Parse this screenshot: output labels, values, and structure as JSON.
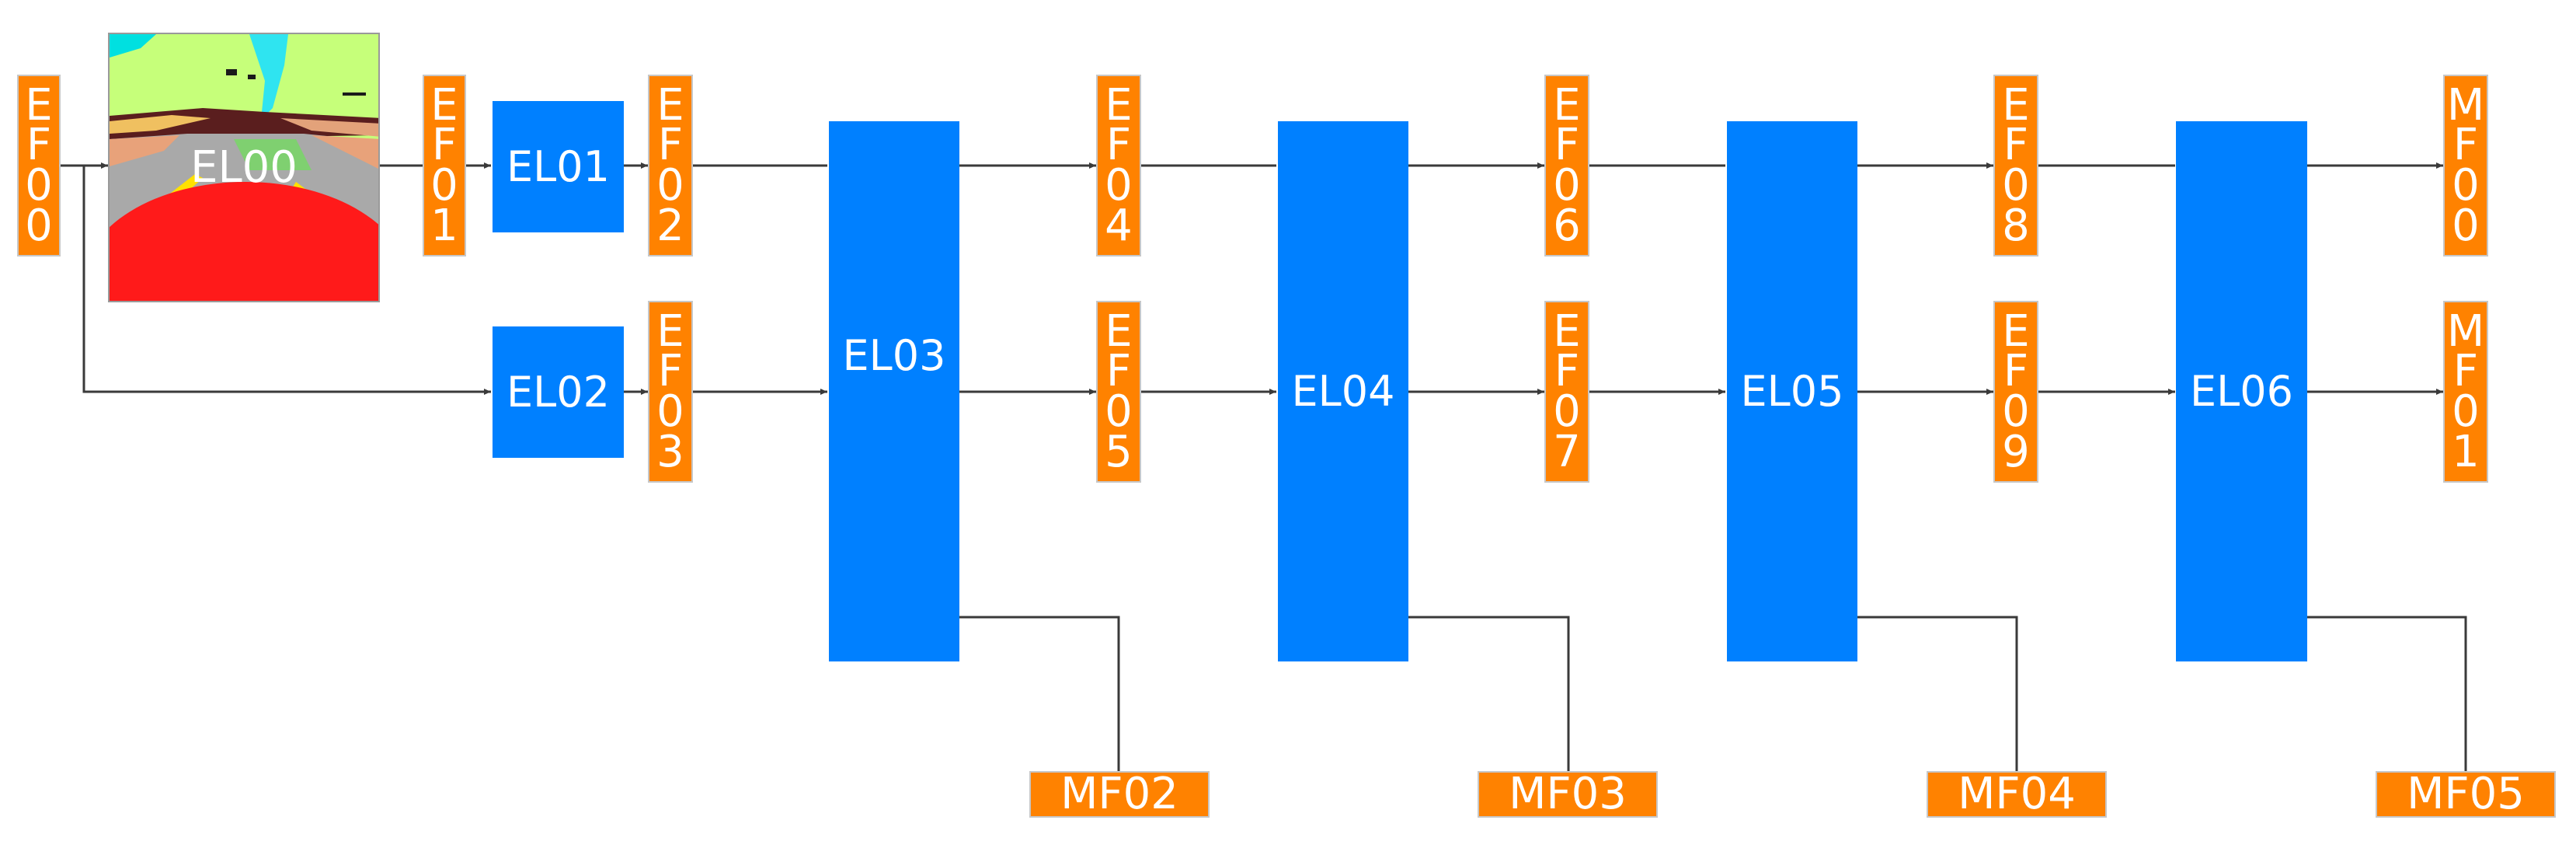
{
  "nodes": {
    "EF00": "EF00",
    "EF01": "EF01",
    "EF02": "EF02",
    "EF03": "EF03",
    "EF04": "EF04",
    "EF05": "EF05",
    "EF06": "EF06",
    "EF07": "EF07",
    "EF08": "EF08",
    "EF09": "EF09",
    "MF00": "MF00",
    "MF01": "MF01",
    "MF02": "MF02",
    "MF03": "MF03",
    "MF04": "MF04",
    "MF05": "MF05",
    "EL00": "EL00",
    "EL01": "EL01",
    "EL02": "EL02",
    "EL03": "EL03",
    "EL04": "EL04",
    "EL05": "EL05",
    "EL06": "EL06"
  },
  "colors": {
    "feature": "#ff8200",
    "layer": "#0080ff",
    "edge": "#3a3a3a",
    "text": "#ffffff"
  },
  "edges": [
    [
      "EF00",
      "EL00"
    ],
    [
      "EF00",
      "EL02"
    ],
    [
      "EL00",
      "EF01"
    ],
    [
      "EF01",
      "EL01"
    ],
    [
      "EL01",
      "EF02"
    ],
    [
      "EL02",
      "EF03"
    ],
    [
      "EF02",
      "EL03"
    ],
    [
      "EF03",
      "EL03"
    ],
    [
      "EL03",
      "EF04"
    ],
    [
      "EL03",
      "EF05"
    ],
    [
      "EL03",
      "MF02"
    ],
    [
      "EF04",
      "EL04"
    ],
    [
      "EF05",
      "EL04"
    ],
    [
      "EL04",
      "EF06"
    ],
    [
      "EL04",
      "EF07"
    ],
    [
      "EL04",
      "MF03"
    ],
    [
      "EF06",
      "EL05"
    ],
    [
      "EF07",
      "EL05"
    ],
    [
      "EL05",
      "EF08"
    ],
    [
      "EL05",
      "EF09"
    ],
    [
      "EL05",
      "MF04"
    ],
    [
      "EF08",
      "EL06"
    ],
    [
      "EF09",
      "EL06"
    ],
    [
      "EL06",
      "MF00"
    ],
    [
      "EL06",
      "MF01"
    ],
    [
      "EL06",
      "MF05"
    ]
  ]
}
